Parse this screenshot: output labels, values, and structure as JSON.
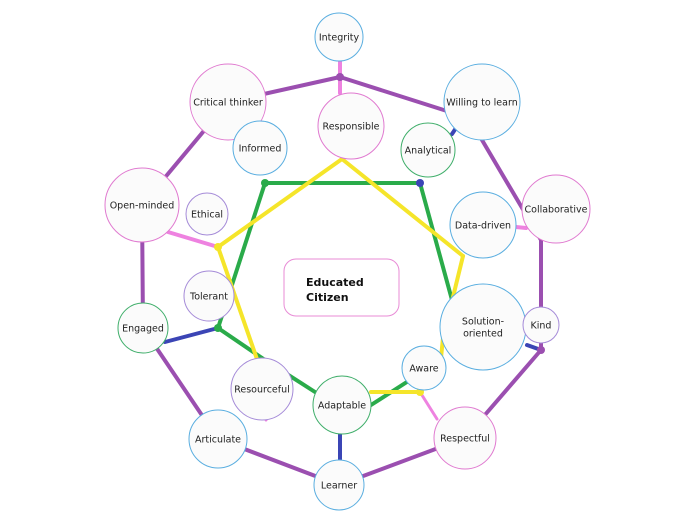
{
  "diagram": {
    "center": {
      "lines": [
        "Educated",
        "Citizen"
      ]
    },
    "nodes": [
      {
        "id": "integrity",
        "lines": [
          "Integrity"
        ],
        "border": "#5aaee0"
      },
      {
        "id": "critical-thinker",
        "lines": [
          "Critical thinker"
        ],
        "border": "#e07ad0"
      },
      {
        "id": "responsible",
        "lines": [
          "Responsible"
        ],
        "border": "#e07ad0"
      },
      {
        "id": "willing-to-learn",
        "lines": [
          "Willing to learn"
        ],
        "border": "#5aaee0"
      },
      {
        "id": "informed",
        "lines": [
          "Informed"
        ],
        "border": "#5aaee0"
      },
      {
        "id": "analytical",
        "lines": [
          "Analytical"
        ],
        "border": "#3fae6a"
      },
      {
        "id": "open-minded",
        "lines": [
          "Open-minded"
        ],
        "border": "#e07ad0"
      },
      {
        "id": "ethical",
        "lines": [
          "Ethical"
        ],
        "border": "#a58bd8"
      },
      {
        "id": "data-driven",
        "lines": [
          "Data-driven"
        ],
        "border": "#5aaee0"
      },
      {
        "id": "collaborative",
        "lines": [
          "Collaborative"
        ],
        "border": "#e07ad0"
      },
      {
        "id": "tolerant",
        "lines": [
          "Tolerant"
        ],
        "border": "#a58bd8"
      },
      {
        "id": "solution-oriented",
        "lines": [
          "Solution-",
          "oriented"
        ],
        "border": "#5aaee0"
      },
      {
        "id": "kind",
        "lines": [
          "Kind"
        ],
        "border": "#a58bd8"
      },
      {
        "id": "engaged",
        "lines": [
          "Engaged"
        ],
        "border": "#3fae6a"
      },
      {
        "id": "aware",
        "lines": [
          "Aware"
        ],
        "border": "#5aaee0"
      },
      {
        "id": "resourceful",
        "lines": [
          "Resourceful"
        ],
        "border": "#a58bd8"
      },
      {
        "id": "adaptable",
        "lines": [
          "Adaptable"
        ],
        "border": "#3fae6a"
      },
      {
        "id": "articulate",
        "lines": [
          "Articulate"
        ],
        "border": "#5aaee0"
      },
      {
        "id": "respectful",
        "lines": [
          "Respectful"
        ],
        "border": "#e07ad0"
      },
      {
        "id": "learner",
        "lines": [
          "Learner"
        ],
        "border": "#5aaee0"
      }
    ],
    "colors": {
      "outer_ring": "#9b4fb0",
      "green_ring": "#2aab4a",
      "yellow_ring": "#f5e52a",
      "pink_connector": "#ee82e0",
      "blue_connector": "#3b45b5",
      "center_border": "#e88bd6"
    }
  }
}
